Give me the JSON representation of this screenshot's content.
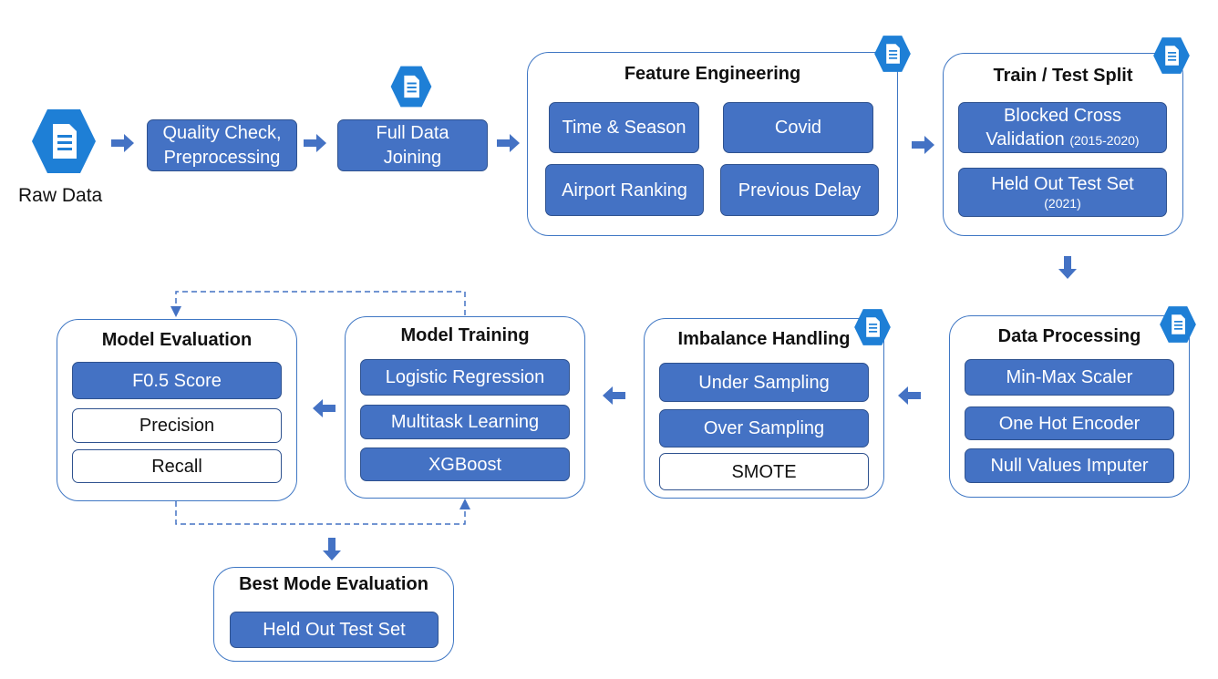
{
  "raw_data": {
    "label": "Raw Data"
  },
  "quality_check": {
    "line1": "Quality Check,",
    "line2": "Preprocessing"
  },
  "full_data_joining": {
    "line1": "Full Data",
    "line2": "Joining"
  },
  "feature_engineering": {
    "title": "Feature Engineering",
    "items": [
      "Time & Season",
      "Covid",
      "Airport Ranking",
      "Previous Delay"
    ]
  },
  "train_test_split": {
    "title": "Train / Test Split",
    "blocked": {
      "line1": "Blocked Cross",
      "line2": "Validation",
      "years": "(2015-2020)"
    },
    "held_out": {
      "line1": "Held Out Test Set",
      "years": "(2021)"
    }
  },
  "data_processing": {
    "title": "Data Processing",
    "items": [
      "Min-Max Scaler",
      "One Hot Encoder",
      "Null Values Imputer"
    ]
  },
  "imbalance_handling": {
    "title": "Imbalance Handling",
    "items": [
      "Under Sampling",
      "Over Sampling",
      "SMOTE"
    ]
  },
  "model_training": {
    "title": "Model Training",
    "items": [
      "Logistic Regression",
      "Multitask Learning",
      "XGBoost"
    ]
  },
  "model_evaluation": {
    "title": "Model Evaluation",
    "items": [
      "F0.5 Score",
      "Precision",
      "Recall"
    ]
  },
  "best_model_evaluation": {
    "title": "Best Mode Evaluation",
    "items": [
      "Held Out Test Set"
    ]
  },
  "colors": {
    "accent": "#4472c4",
    "border": "#3f77c4",
    "icon": "#1e7fd6"
  },
  "icons": [
    "document-hexagon-icon",
    "arrow-icon"
  ]
}
